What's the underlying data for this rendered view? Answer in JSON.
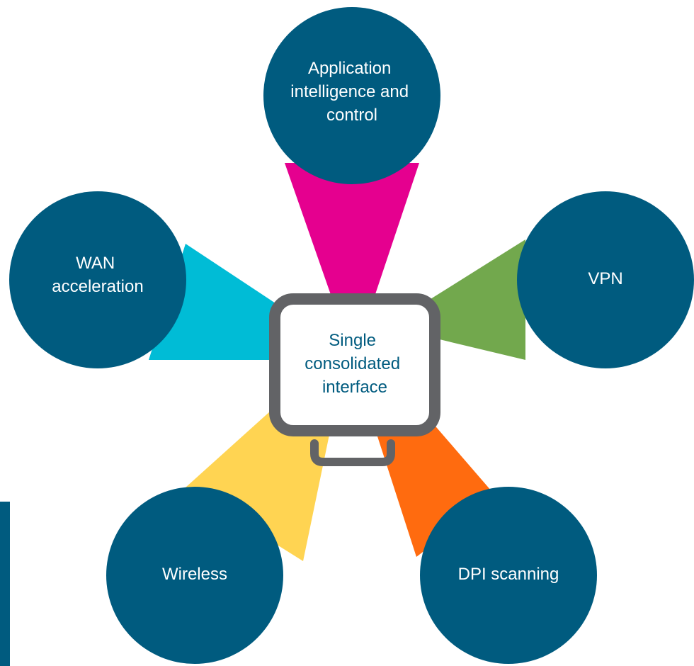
{
  "diagram": {
    "center": {
      "label_lines": [
        "Single",
        "consolidated",
        "interface"
      ]
    },
    "nodes": [
      {
        "id": "application-intelligence",
        "label_lines": [
          "Application",
          "intelligence and",
          "control"
        ],
        "beam_color": "#e5008f"
      },
      {
        "id": "vpn",
        "label_lines": [
          "VPN"
        ],
        "beam_color": "#72a84d"
      },
      {
        "id": "dpi-scanning",
        "label_lines": [
          "DPI scanning"
        ],
        "beam_color": "#ff6b0f"
      },
      {
        "id": "wireless",
        "label_lines": [
          "Wireless"
        ],
        "beam_color": "#ffd452"
      },
      {
        "id": "wan-acceleration",
        "label_lines": [
          "WAN",
          "acceleration"
        ],
        "beam_color": "#00bcd6"
      }
    ]
  },
  "colors": {
    "node_fill": "#005b7f",
    "monitor_frame": "#626366",
    "monitor_screen": "#ffffff",
    "center_text": "#005b7f",
    "side_bar": "#005b7f"
  }
}
